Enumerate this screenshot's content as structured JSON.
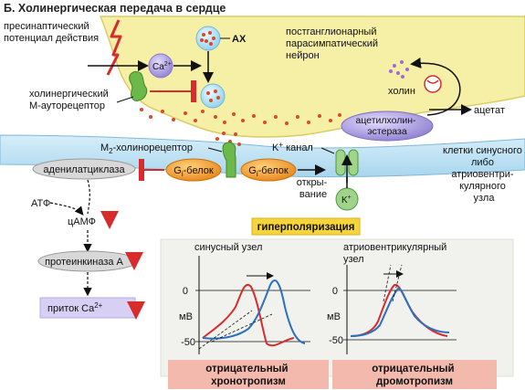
{
  "title": "Б. Холинергическая передача в сердце",
  "neuron": {
    "presynaptic_potential": [
      "пресинаптический",
      "потенциал действия"
    ],
    "ach": "АХ",
    "ca": "Ca",
    "ca_charge": "2+",
    "neuron_name": [
      "постганглионарный",
      "парасимпатический",
      "нейрон"
    ],
    "choline": "холин",
    "autoreceptor": [
      "холинергический",
      "М-ауторецептор"
    ],
    "acetate": "ацетат",
    "ache": [
      "ацетилхолин-",
      "эстераза"
    ]
  },
  "membrane": {
    "m2_prefix": "М",
    "m2_sub": "2",
    "m2_suffix": "-холинорецептор",
    "k_channel_prefix": "K",
    "k_channel_sup": "+",
    "k_channel_suffix": " канал",
    "cells": [
      "клетки синусного",
      "либо",
      "атриовентри-",
      "кулярного",
      "узла"
    ],
    "gi_g": "G",
    "gi_sub": "i",
    "gi_suffix": "-белок",
    "opening": [
      "откры-",
      "вание"
    ],
    "k_ion": "K",
    "k_ion_sup": "+"
  },
  "cascade": {
    "adenylate_cyclase": "аденилатциклаза",
    "atp": "АТФ",
    "camp": "цАМФ",
    "pka": "протеинкиназа А",
    "ca_inflow_prefix": "приток Ca",
    "ca_inflow_sup": "2+"
  },
  "hyperpolarization": "гиперполяризация",
  "graphs": [
    {
      "title": [
        "синусный узел"
      ],
      "zero": "0",
      "minus50": "-50",
      "unit": "мВ",
      "caption": [
        "отрицательный",
        "хронотропизм"
      ]
    },
    {
      "title": [
        "атриовентрикулярный",
        "узел"
      ],
      "zero": "0",
      "minus50": "-50",
      "unit": "мВ",
      "caption": [
        "отрицательный",
        "дромотропизм"
      ]
    }
  ],
  "colors": {
    "neuron_fill": "#f6efa6",
    "membrane": "#bfe2f3",
    "orange": "#f0a030",
    "green": "#6cb84a",
    "red": "#d82b2b",
    "blue": "#2a70c0",
    "purple": "#9c8ed2",
    "pink": "#f4b9ad",
    "yellow": "#f7d43a"
  }
}
